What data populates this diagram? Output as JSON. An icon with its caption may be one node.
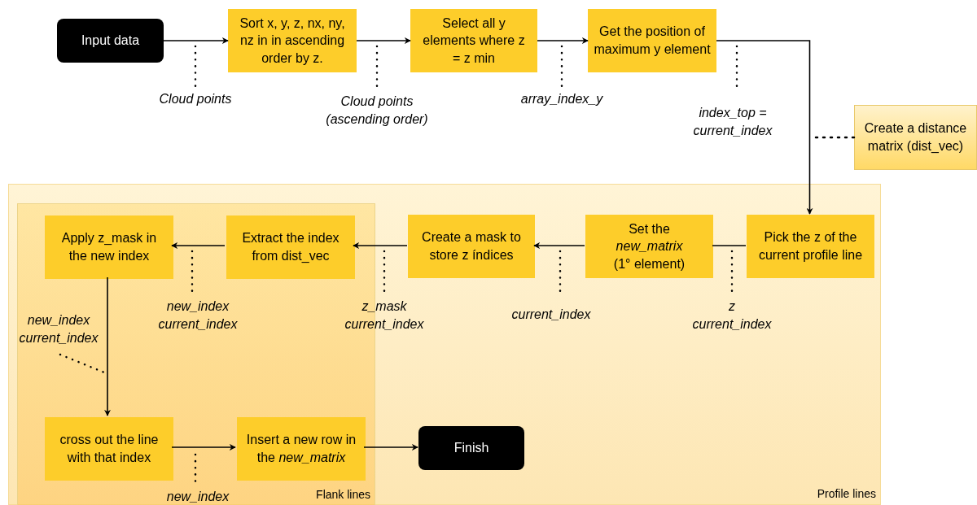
{
  "diagram": {
    "nodes": [
      {
        "text": [
          "Input data"
        ]
      },
      {
        "text": [
          "Sort x, y, z, nx, ny, nz in in ascending order by z."
        ]
      },
      {
        "text": [
          "Select all y elements where z = z min"
        ]
      },
      {
        "text": [
          "Get the position of maximum y element"
        ]
      },
      {
        "text": [
          "Create a distance matrix (dist_vec)"
        ]
      },
      {
        "text": [
          "Profile lines"
        ]
      },
      {
        "text": [
          "Flank lines"
        ],
        "in": 5
      },
      {
        "text": [
          "Pick the z of the current profile line"
        ],
        "in": 5
      },
      {
        "text": [
          "Set the *new_matrix* (1° element)"
        ],
        "in": 5
      },
      {
        "text": [
          "Create a mask to store z índices"
        ],
        "in": 5
      },
      {
        "text": [
          "Extract the index from dist_vec"
        ],
        "in": 6
      },
      {
        "text": [
          "Apply z_mask in the new index"
        ],
        "in": 6
      },
      {
        "text": [
          "cross out the line with that index"
        ],
        "in": 6
      },
      {
        "text": [
          "Insert a new row in the *new_matrix*"
        ],
        "in": 6
      },
      {
        "text": [
          "Finish"
        ],
        "in": 5
      }
    ],
    "edges": [
      {
        "from": 0,
        "to": 1,
        "arrow": "to",
        "label": "Cloud points"
      },
      {
        "from": 1,
        "to": 2,
        "arrow": "to",
        "label": "Cloud points (ascending order)"
      },
      {
        "from": 2,
        "to": 3,
        "arrow": "to",
        "label": "array_index_y"
      },
      {
        "from": 3,
        "to": 7,
        "arrow": "to",
        "label": "index_top = current_index"
      },
      {
        "from": 4,
        "to": null,
        "arrow": "none",
        "style": "dashed"
      },
      {
        "from": 7,
        "to": 8,
        "arrow": "none",
        "label": "z current_index"
      },
      {
        "from": 8,
        "to": 9,
        "arrow": "to",
        "label": "current_index"
      },
      {
        "from": 9,
        "to": 10,
        "arrow": "to",
        "label": "z_mask current_index"
      },
      {
        "from": 10,
        "to": 11,
        "arrow": "to",
        "label": "new_index current_index"
      },
      {
        "from": 11,
        "to": 12,
        "arrow": "to",
        "label": "new_index current_index"
      },
      {
        "from": 12,
        "to": 13,
        "arrow": "to",
        "label": "new_index"
      },
      {
        "from": 13,
        "to": 14,
        "arrow": "to"
      }
    ]
  }
}
